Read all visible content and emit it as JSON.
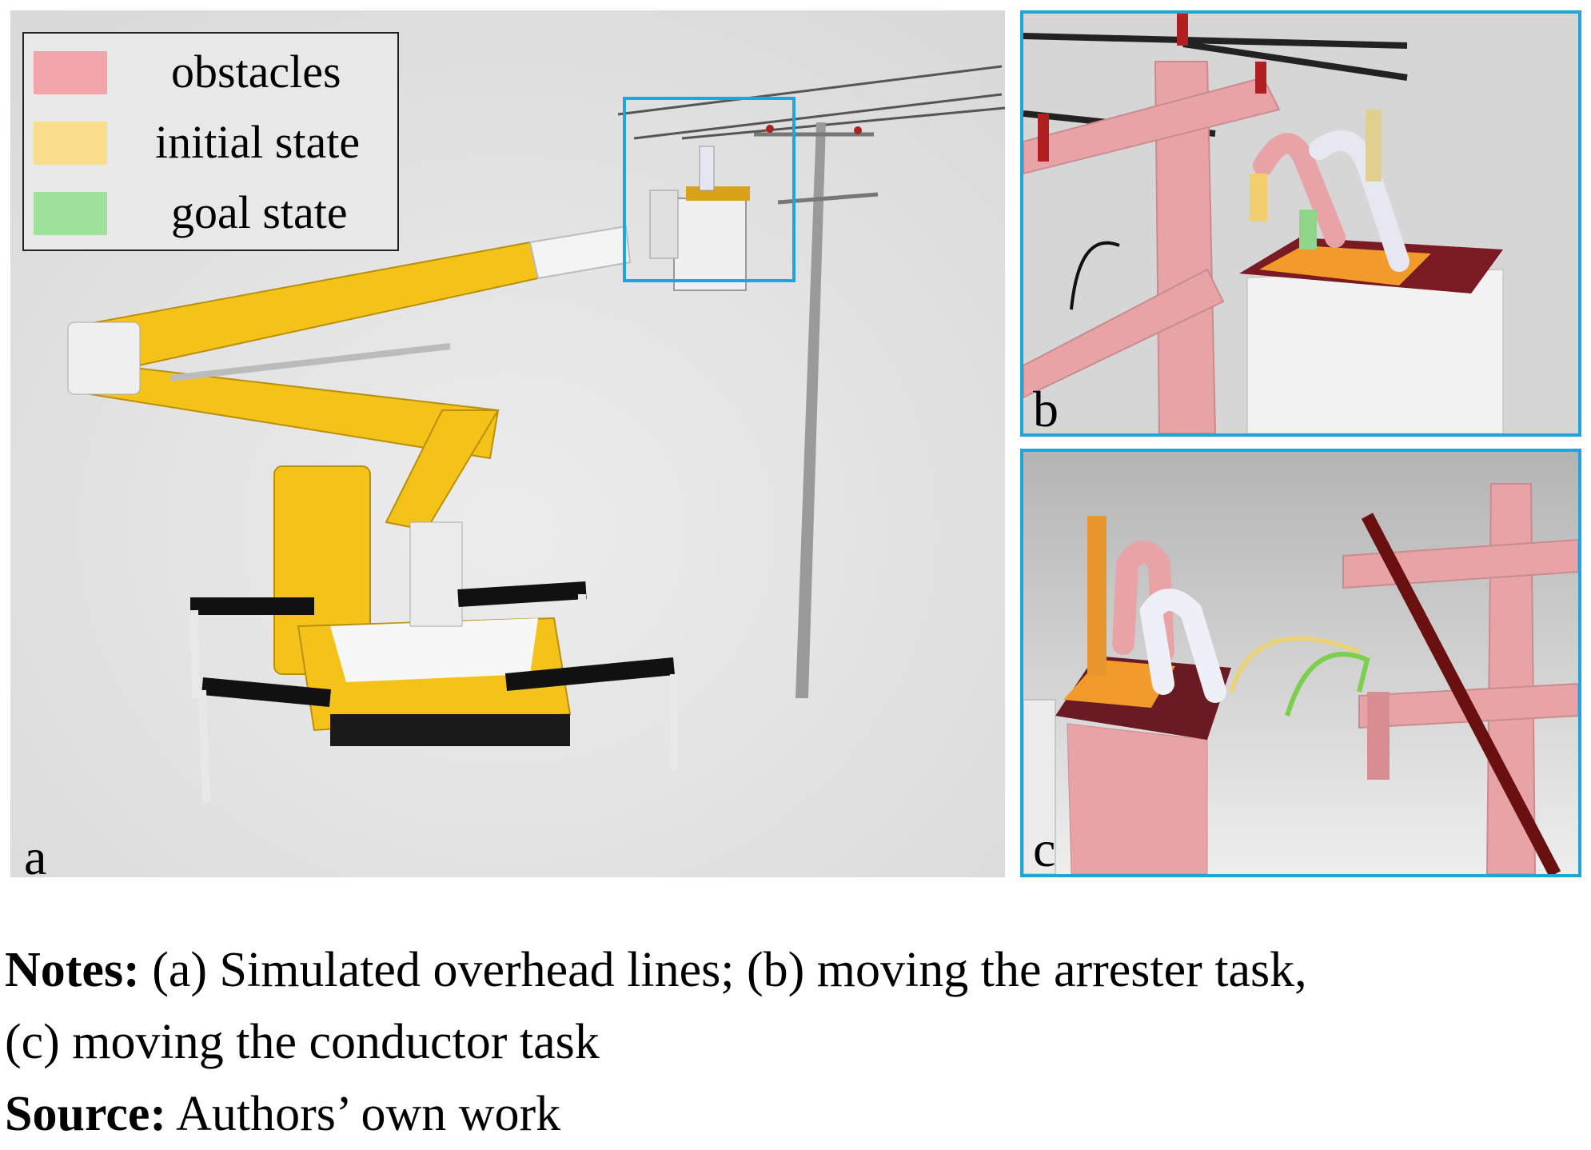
{
  "legend": {
    "items": [
      {
        "label": "obstacles",
        "color": "#f2a5a8"
      },
      {
        "label": "initial state",
        "color": "#f9dc8c"
      },
      {
        "label": "goal state",
        "color": "#9de29b"
      }
    ]
  },
  "panels": {
    "a": {
      "letter": "a"
    },
    "b": {
      "letter": "b"
    },
    "c": {
      "letter": "c"
    }
  },
  "colors": {
    "highlight_border": "#1fa4dc",
    "truck_yellow": "#f5c21a",
    "obstacle_pink": "#e8a3a6",
    "background_gray": "#e3e3e3"
  },
  "caption": {
    "notes_label": "Notes:",
    "notes_line1": " (a) Simulated overhead lines; (b) moving the arrester task,",
    "notes_line2": "(c) moving the conductor task",
    "source_label": "Source:",
    "source_text": " Authors’ own work"
  }
}
